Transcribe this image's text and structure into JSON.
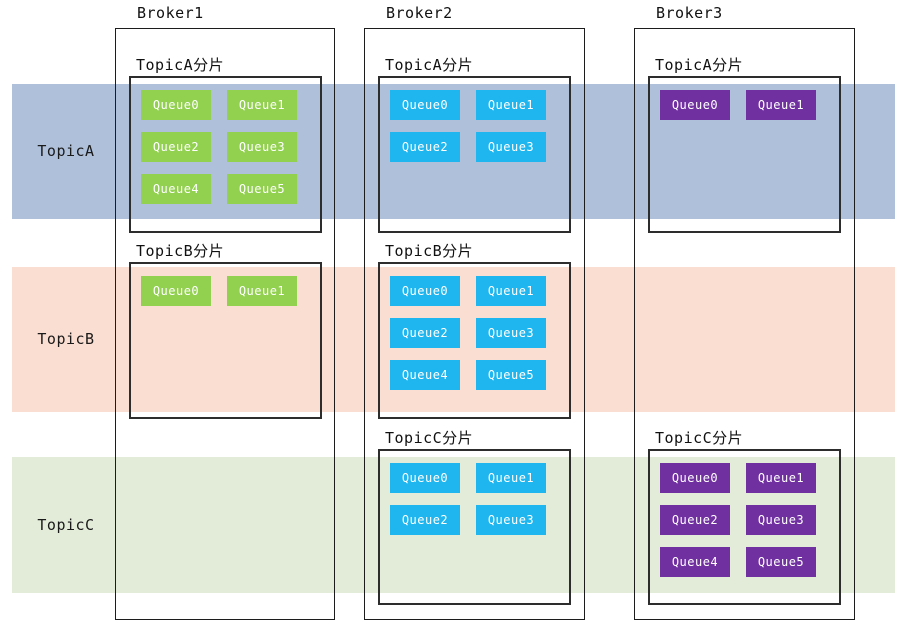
{
  "colors": {
    "band_topic_a": "#AFC0DB",
    "band_topic_b": "#FBDED2",
    "band_topic_c": "#E2ECD9",
    "queue_green": "#92D050",
    "queue_blue": "#1FB5EE",
    "queue_purple": "#7030A0",
    "queue_text": "#FFFFFF",
    "box_border": "#1C1C1C",
    "label_text": "#111111"
  },
  "topics": [
    {
      "id": "A",
      "label": "TopicA",
      "band_color": "#AFC0DB"
    },
    {
      "id": "B",
      "label": "TopicB",
      "band_color": "#FBDED2"
    },
    {
      "id": "C",
      "label": "TopicC",
      "band_color": "#E2ECD9"
    }
  ],
  "brokers": [
    {
      "name": "Broker1",
      "queue_color": "#92D050",
      "shards": [
        {
          "topic": "A",
          "title": "TopicA分片",
          "queues": [
            "Queue0",
            "Queue1",
            "Queue2",
            "Queue3",
            "Queue4",
            "Queue5"
          ]
        },
        {
          "topic": "B",
          "title": "TopicB分片",
          "queues": [
            "Queue0",
            "Queue1"
          ]
        }
      ]
    },
    {
      "name": "Broker2",
      "queue_color": "#1FB5EE",
      "shards": [
        {
          "topic": "A",
          "title": "TopicA分片",
          "queues": [
            "Queue0",
            "Queue1",
            "Queue2",
            "Queue3"
          ]
        },
        {
          "topic": "B",
          "title": "TopicB分片",
          "queues": [
            "Queue0",
            "Queue1",
            "Queue2",
            "Queue3",
            "Queue4",
            "Queue5"
          ]
        },
        {
          "topic": "C",
          "title": "TopicC分片",
          "queues": [
            "Queue0",
            "Queue1",
            "Queue2",
            "Queue3"
          ]
        }
      ]
    },
    {
      "name": "Broker3",
      "queue_color": "#7030A0",
      "shards": [
        {
          "topic": "A",
          "title": "TopicA分片",
          "queues": [
            "Queue0",
            "Queue1"
          ]
        },
        {
          "topic": "C",
          "title": "TopicC分片",
          "queues": [
            "Queue0",
            "Queue1",
            "Queue2",
            "Queue3",
            "Queue4",
            "Queue5"
          ]
        }
      ]
    }
  ]
}
